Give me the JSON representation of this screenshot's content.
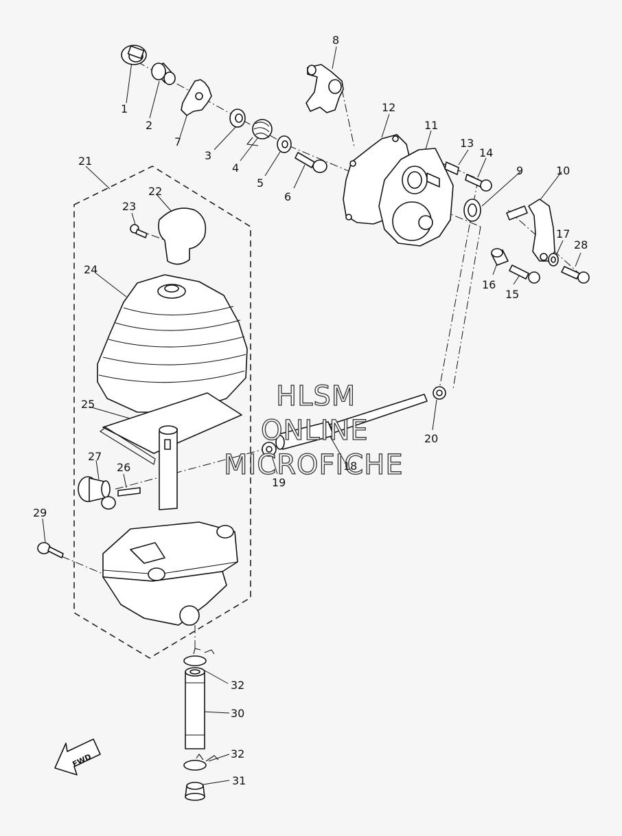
{
  "watermark": {
    "line1": "HLSM",
    "line2": "ONLINE",
    "line3": "MICROFICHE"
  },
  "fwd_label": "FWD",
  "callouts": [
    "1",
    "2",
    "3",
    "4",
    "5",
    "6",
    "7",
    "8",
    "9",
    "10",
    "11",
    "12",
    "13",
    "14",
    "15",
    "16",
    "17",
    "18",
    "19",
    "20",
    "21",
    "22",
    "23",
    "24",
    "25",
    "26",
    "27",
    "28",
    "29",
    "30",
    "31",
    "32",
    "32"
  ]
}
